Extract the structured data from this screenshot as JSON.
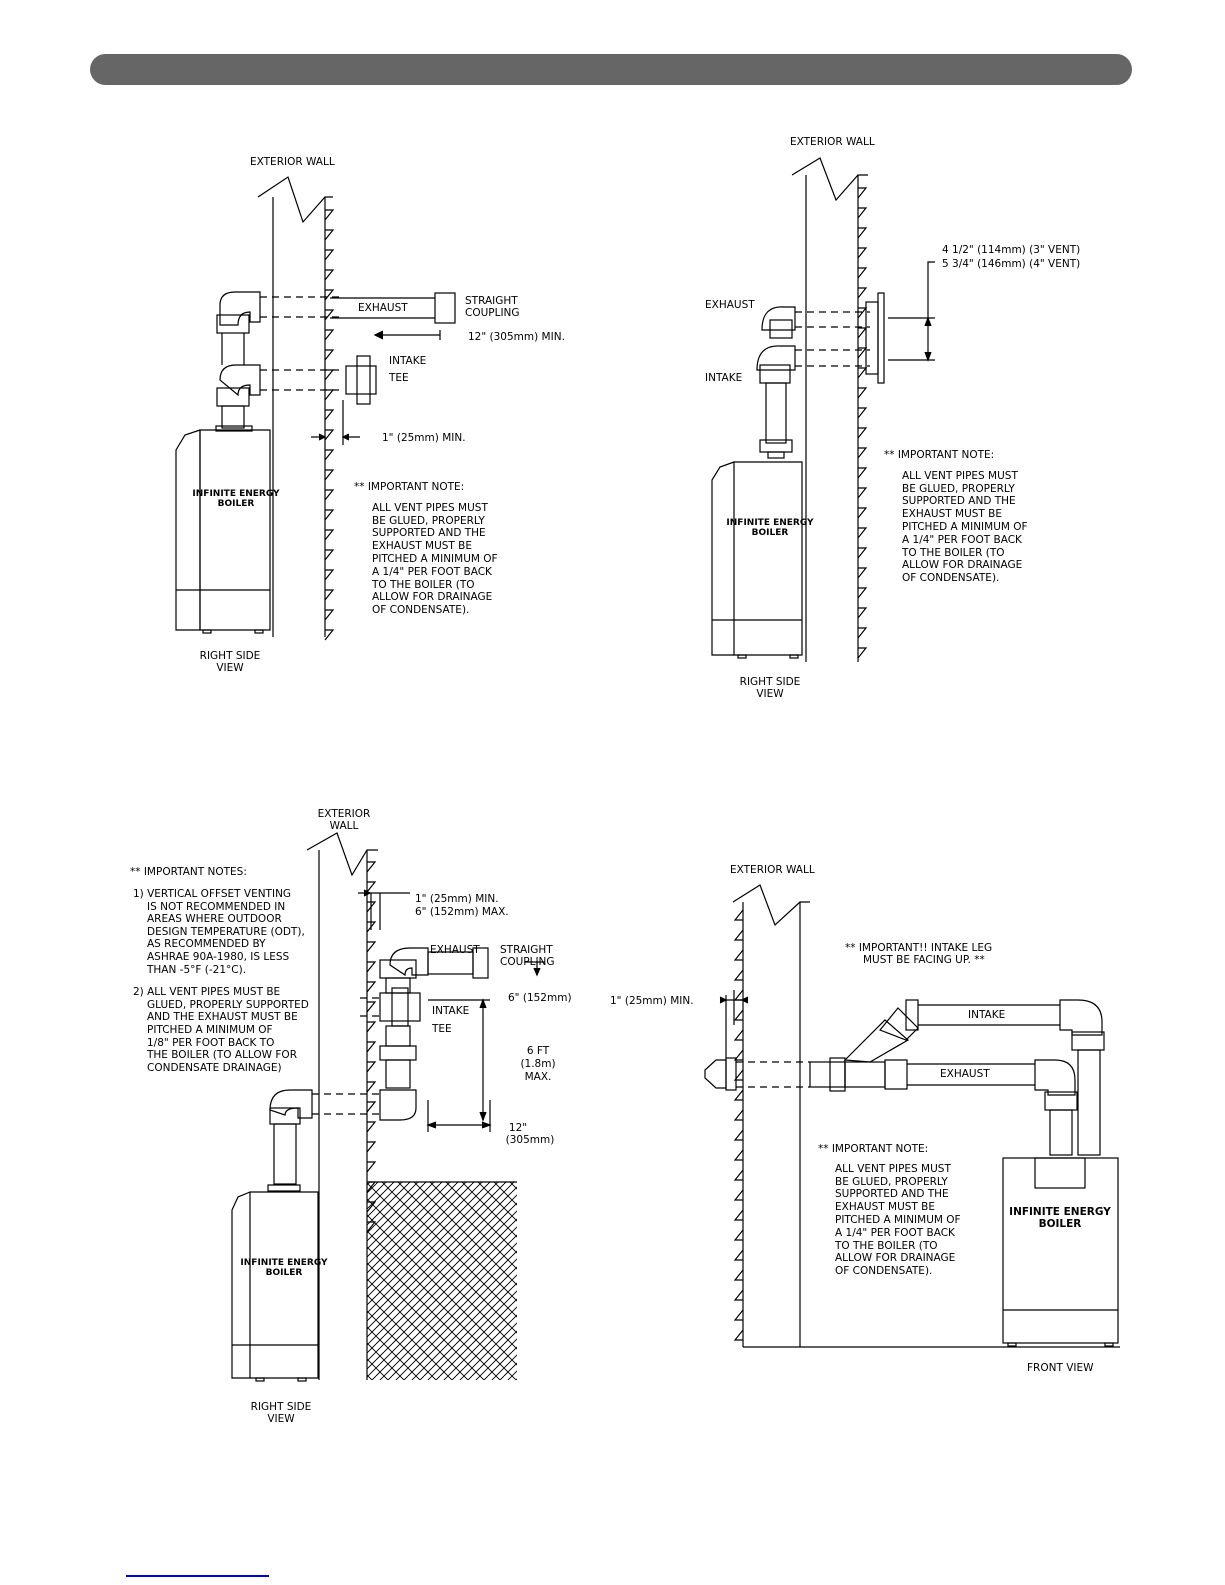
{
  "fig1": {
    "wall_label": "EXTERIOR WALL",
    "exhaust_label": "EXHAUST",
    "coupling_label": [
      "STRAIGHT",
      "COUPLING"
    ],
    "min12_label": "12\" (305mm) MIN.",
    "intake_label": "INTAKE",
    "tee_label": "TEE",
    "min1_label": "1\" (25mm) MIN.",
    "boiler_label": [
      "INFINITE ENERGY",
      "BOILER"
    ],
    "note_title": "** IMPORTANT NOTE:",
    "note_lines": [
      "ALL VENT PIPES MUST",
      "BE GLUED, PROPERLY",
      "SUPPORTED AND THE",
      "EXHAUST MUST BE",
      "PITCHED A MINIMUM OF",
      "A 1/4\" PER FOOT BACK",
      "TO THE BOILER (TO",
      "ALLOW FOR DRAINAGE",
      "OF CONDENSATE)."
    ],
    "view_label": [
      "RIGHT SIDE",
      "VIEW"
    ]
  },
  "fig2": {
    "wall_label": "EXTERIOR WALL",
    "dim_lines": [
      "4 1/2\" (114mm) (3\" VENT)",
      "5 3/4\" (146mm) (4\" VENT)"
    ],
    "exhaust_label": "EXHAUST",
    "intake_label": "INTAKE",
    "boiler_label": [
      "INFINITE ENERGY",
      "BOILER"
    ],
    "note_title": "** IMPORTANT NOTE:",
    "note_lines": [
      "ALL VENT PIPES MUST",
      "BE GLUED, PROPERLY",
      "SUPPORTED AND THE",
      "EXHAUST MUST BE",
      "PITCHED A MINIMUM OF",
      "A 1/4\" PER FOOT BACK",
      "TO THE BOILER (TO",
      "ALLOW FOR DRAINAGE",
      "OF CONDENSATE)."
    ],
    "view_label": [
      "RIGHT SIDE",
      "VIEW"
    ]
  },
  "fig3": {
    "wall_label": [
      "EXTERIOR",
      "WALL"
    ],
    "notes_title": "** IMPORTANT NOTES:",
    "note1_lines": [
      "1) VERTICAL OFFSET VENTING",
      "IS NOT RECOMMENDED IN",
      "AREAS WHERE OUTDOOR",
      "DESIGN TEMPERATURE (ODT),",
      "AS RECOMMENDED BY",
      "ASHRAE 90A-1980, IS LESS",
      "THAN -5°F (-21°C)."
    ],
    "note2_lines": [
      "2) ALL VENT PIPES MUST BE",
      "GLUED, PROPERLY SUPPORTED",
      "AND THE EXHAUST MUST BE",
      "PITCHED A MINIMUM OF",
      "1/8\" PER FOOT BACK TO",
      "THE BOILER (TO ALLOW FOR",
      "CONDENSATE DRAINAGE)"
    ],
    "gap_lines": [
      "1\" (25mm) MIN.",
      "6\" (152mm) MAX."
    ],
    "exhaust_label": "EXHAUST",
    "coupling_label": [
      "STRAIGHT",
      "COUPLING"
    ],
    "six_in_label": "6\" (152mm)",
    "intake_label": "INTAKE",
    "tee_label": "TEE",
    "six_ft_lines": [
      "6 FT",
      "(1.8m)",
      "MAX."
    ],
    "twelve_lines": [
      "12\"",
      "(305mm)"
    ],
    "boiler_label": [
      "INFINITE ENERGY",
      "BOILER"
    ],
    "view_label": [
      "RIGHT SIDE",
      "VIEW"
    ]
  },
  "fig4": {
    "wall_label": "EXTERIOR WALL",
    "important_lines": [
      "** IMPORTANT!! INTAKE LEG",
      "MUST BE FACING UP. **"
    ],
    "min1_label": "1\" (25mm) MIN.",
    "intake_label": "INTAKE",
    "exhaust_label": "EXHAUST",
    "note_title": "** IMPORTANT NOTE:",
    "note_lines": [
      "ALL VENT PIPES MUST",
      "BE GLUED, PROPERLY",
      "SUPPORTED AND THE",
      "EXHAUST MUST BE",
      "PITCHED A MINIMUM OF",
      "A 1/4\" PER FOOT BACK",
      "TO THE BOILER (TO",
      "ALLOW FOR DRAINAGE",
      "OF CONDENSATE)."
    ],
    "boiler_label": [
      "INFINITE ENERGY",
      "BOILER"
    ],
    "view_label": "FRONT VIEW"
  }
}
